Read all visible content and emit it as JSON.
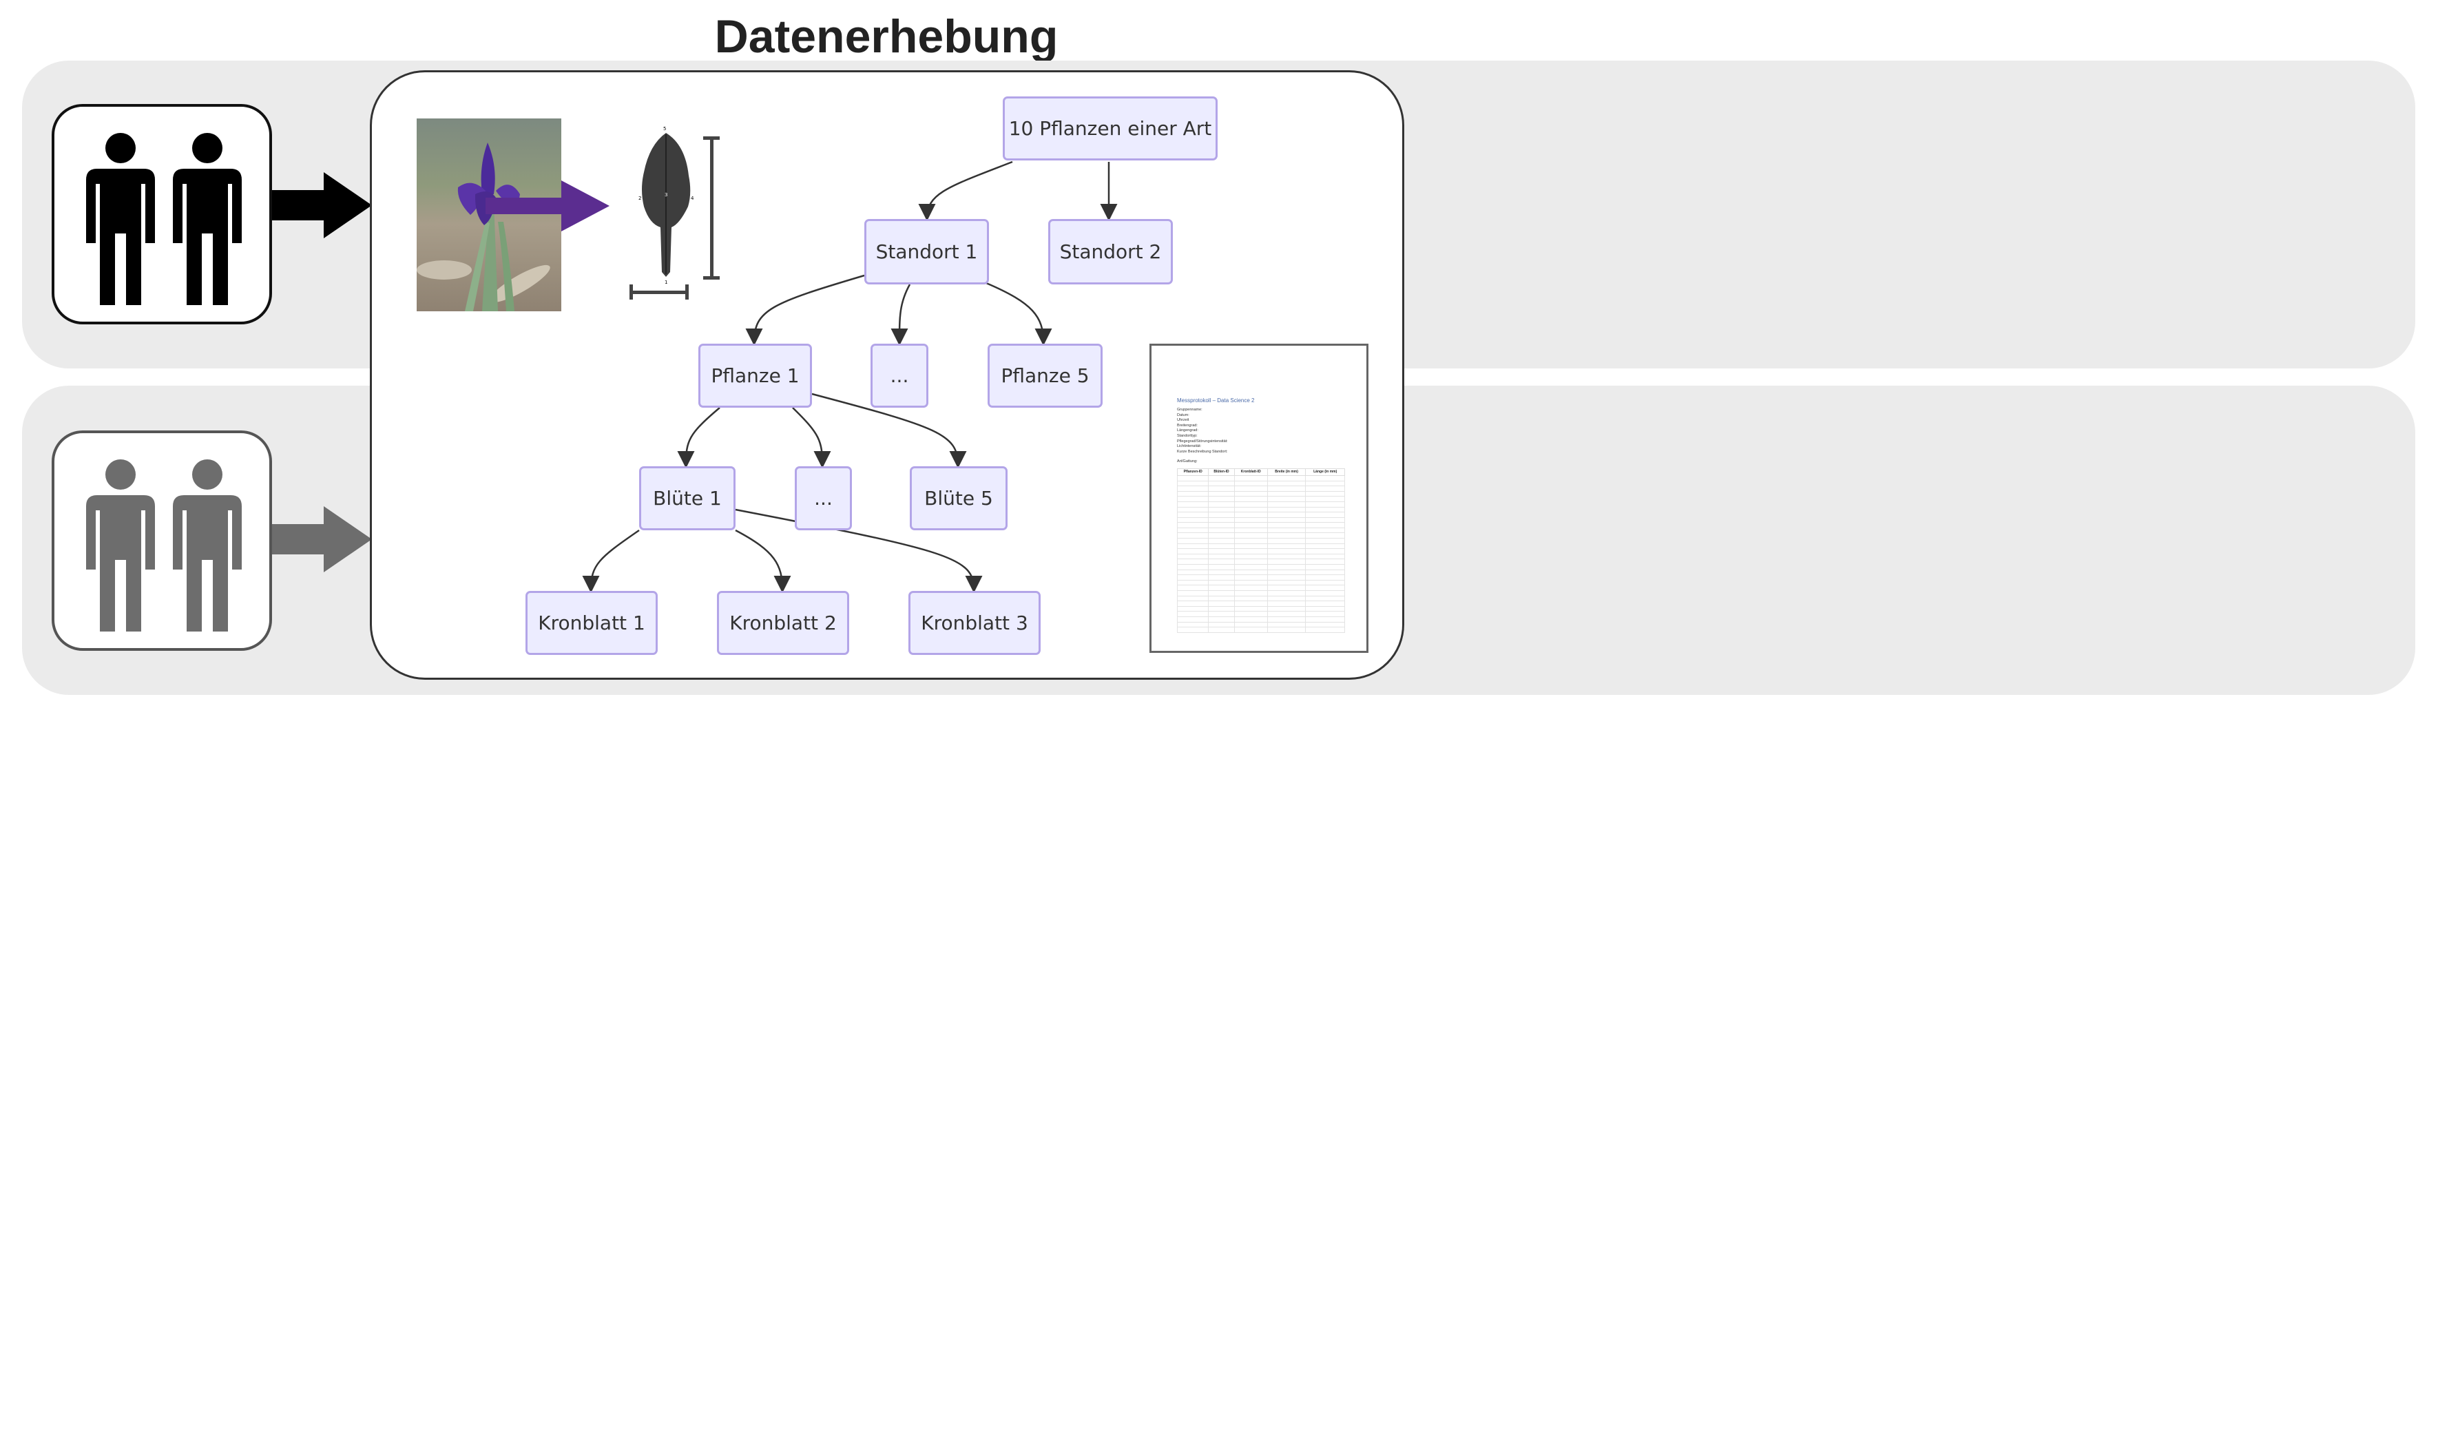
{
  "title": "Datenerhebung",
  "colors": {
    "lane_bg": "#ebebeb",
    "node_fill": "#ececff",
    "node_border": "#b3a5e8",
    "arrow_purple": "#5b2d90",
    "group1": "#000000",
    "group2": "#6d6d6d"
  },
  "lanes": [
    {
      "icon": "people-icon",
      "color": "#000000"
    },
    {
      "icon": "people-icon",
      "color": "#6d6d6d"
    }
  ],
  "tree": {
    "root": "10 Pflanzen einer Art",
    "standort1": "Standort 1",
    "standort2": "Standort 2",
    "pflanze1": "Pflanze 1",
    "pflanze_ellipsis": "...",
    "pflanze5": "Pflanze 5",
    "bluete1": "Blüte 1",
    "bluete_ellipsis": "...",
    "bluete5": "Blüte 5",
    "kronblatt1": "Kronblatt 1",
    "kronblatt2": "Kronblatt 2",
    "kronblatt3": "Kronblatt 3"
  },
  "leaf_points": [
    "1",
    "2",
    "3",
    "4",
    "5"
  ],
  "document": {
    "title": "Messprotokoll – Data Science 2",
    "fields": [
      "Gruppenname:",
      "Datum:",
      "Uhrzeit",
      "Breitengrad:",
      "Längengrad:",
      "Standorttyp:",
      "Pflegegrad/Störungsintensität:",
      "Lichtintensität:",
      "Kurze Beschreibung Standort:"
    ],
    "species_field": "Art/Gattung:",
    "columns": [
      "Pflanzen-ID",
      "Blüten-ID",
      "Kronblatt-ID",
      "Breite (in mm)",
      "Länge (in mm)"
    ]
  }
}
